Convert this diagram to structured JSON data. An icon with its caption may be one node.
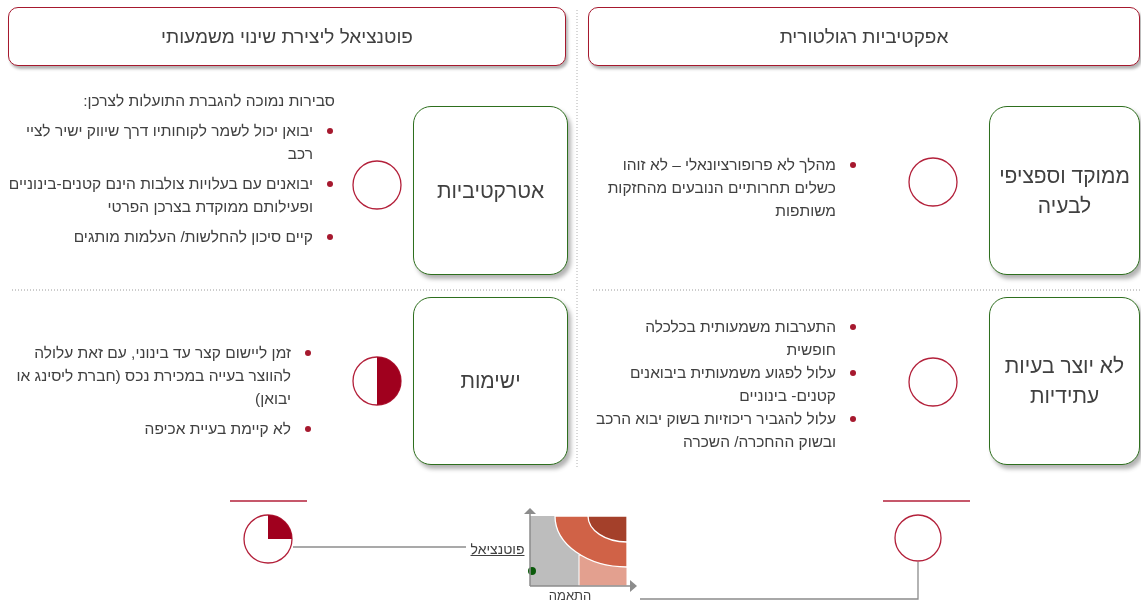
{
  "diagram": {
    "nodes": [
      {
        "text": [
          "אפקטיביות רגולטורית"
        ]
      },
      {
        "text": [
          "פוטנציאל ליצירת שינוי משמעותי"
        ]
      },
      {
        "text": [
          "ממוקד וספציפי לבעיה"
        ]
      },
      {
        "text": [
          "אטרקטיביות"
        ]
      },
      {
        "text": [
          "לא יוצר בעיות עתידיות"
        ]
      },
      {
        "text": [
          "ישימות"
        ]
      },
      {
        "text": [],
        "shape": "circle"
      },
      {
        "text": [
          "פוטנציאל"
        ]
      },
      {
        "text": [],
        "shape": "picture",
        "beside": [
          "התאמה"
        ]
      },
      {
        "text": [],
        "shape": "circle"
      }
    ],
    "edges": [
      {
        "from": 6,
        "to": 7,
        "arrow": "none"
      },
      {
        "from": 9,
        "to": 8,
        "arrow": "none"
      }
    ],
    "labels": [
      "מהלך לא פרופורציונאלי – לא זוהו כשלים תחרותיים הנובעים מהחזקות משותפות",
      "סבירות נמוכה להגברת התועלות לצרכן:",
      "יבואן יכול לשמר לקוחותיו דרך שיווק ישיר לציי רכב",
      "יבואנים עם בעלויות צולבות הינם קטנים-בינוניים ופעילותם ממוקדת בצרכן הפרטי",
      "קיים סיכון להחלשות/ העלמות מותגים",
      "התערבות משמעותית בכלכלה חופשית",
      "עלול לפגוע משמעותית ביבואנים קטנים- בינוניים",
      "עלול להגביר ריכוזיות בשוק יבוא הרכב ובשוק ההחכרה/ השכרה",
      "זמן ליישום קצר עד בינוני, עם זאת עלולה להווצר בעייה במכירת נכס (חברת ליסינג או יבואן)",
      "לא קיימת בעיית אכיפה"
    ]
  }
}
